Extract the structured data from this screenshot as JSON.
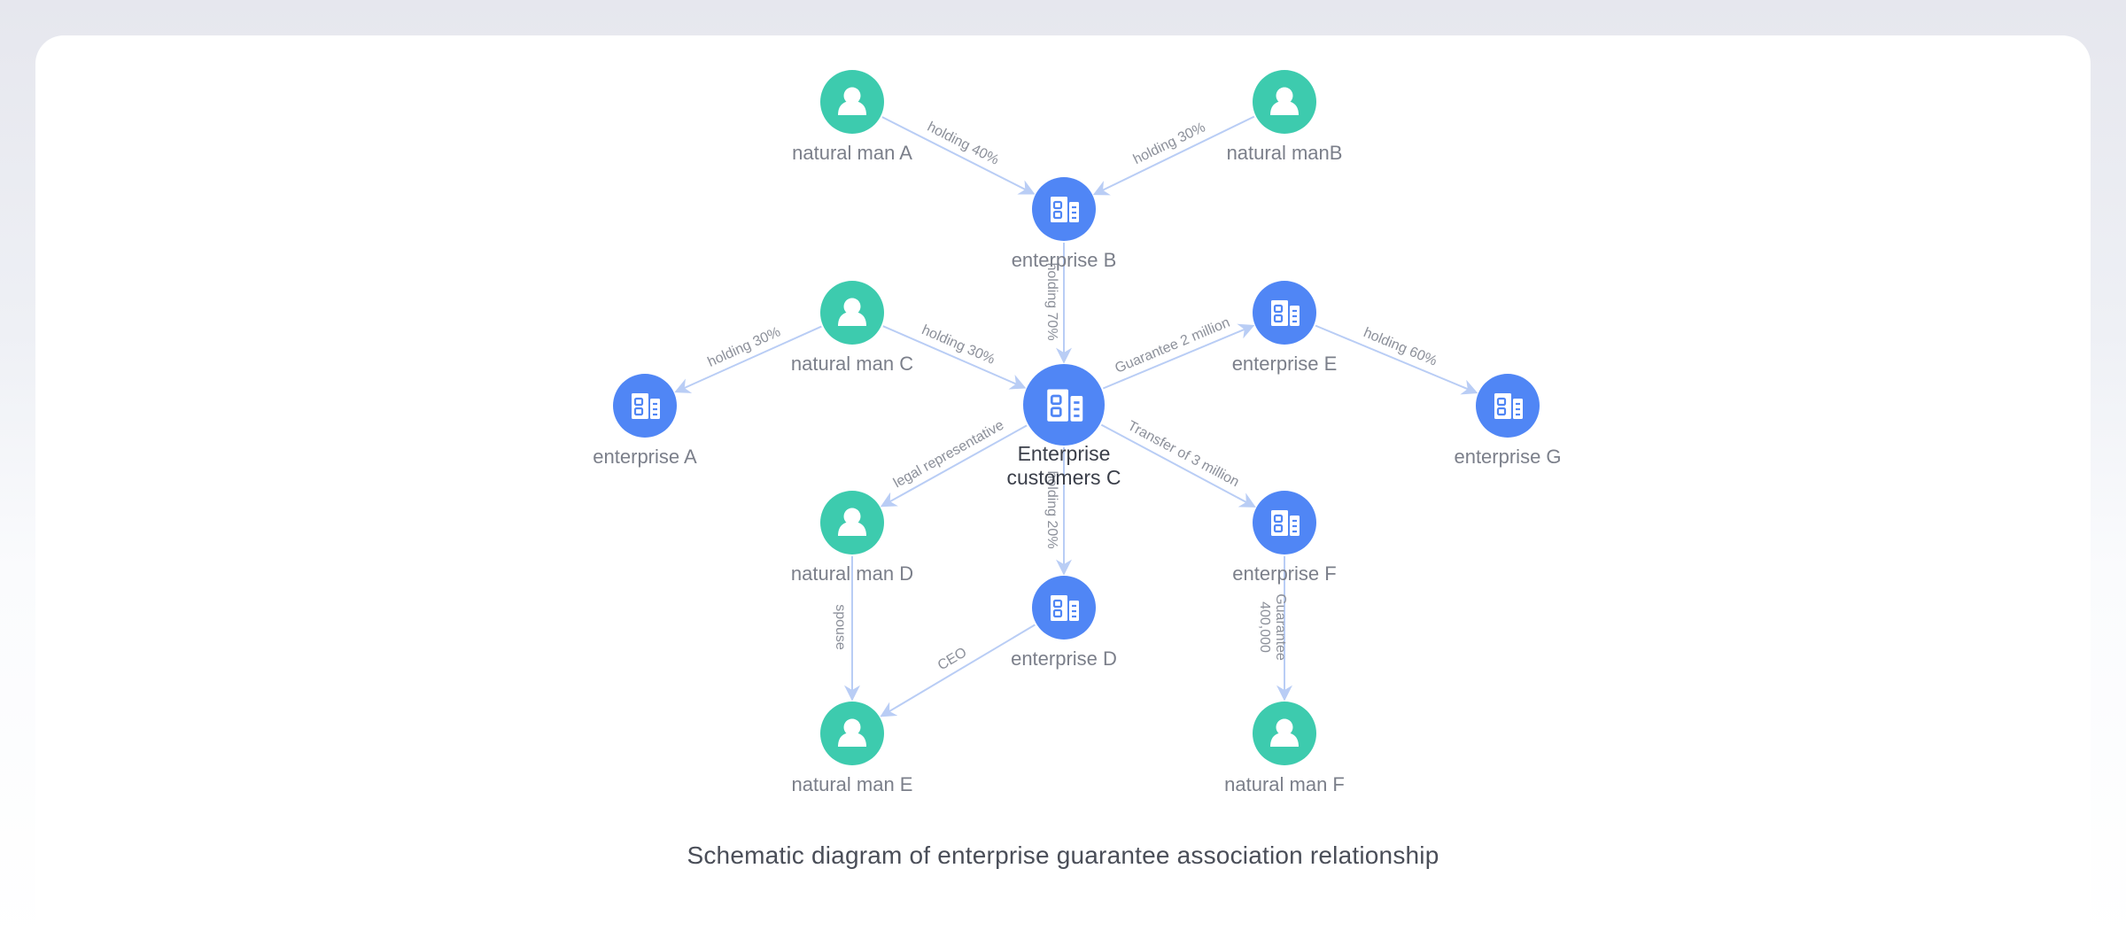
{
  "colors": {
    "person": "#3dcbae",
    "enterprise": "#5086f5",
    "edge": "#b9cdf5"
  },
  "nodes": [
    {
      "id": "nmA",
      "label": "natural man A",
      "kind": "person",
      "icon": "person-icon"
    },
    {
      "id": "nmB",
      "label": "natural manB",
      "kind": "person",
      "icon": "person-icon"
    },
    {
      "id": "entB",
      "label": "enterprise B",
      "kind": "enterprise",
      "icon": "building-icon"
    },
    {
      "id": "nmC",
      "label": "natural man C",
      "kind": "person",
      "icon": "person-icon"
    },
    {
      "id": "entA",
      "label": "enterprise A",
      "kind": "enterprise",
      "icon": "building-icon"
    },
    {
      "id": "entC",
      "label": "Enterprise customers C",
      "label_lines": [
        "Enterprise",
        "customers C"
      ],
      "kind": "enterprise",
      "center": true,
      "icon": "building-icon"
    },
    {
      "id": "entE",
      "label": "enterprise E",
      "kind": "enterprise",
      "icon": "building-icon"
    },
    {
      "id": "entG",
      "label": "enterprise G",
      "kind": "enterprise",
      "icon": "building-icon"
    },
    {
      "id": "nmD",
      "label": "natural man D",
      "kind": "person",
      "icon": "person-icon"
    },
    {
      "id": "entD",
      "label": "enterprise D",
      "kind": "enterprise",
      "icon": "building-icon"
    },
    {
      "id": "entF",
      "label": "enterprise F",
      "kind": "enterprise",
      "icon": "building-icon"
    },
    {
      "id": "nmE",
      "label": "natural man E",
      "kind": "person",
      "icon": "person-icon"
    },
    {
      "id": "nmF",
      "label": "natural man F",
      "kind": "person",
      "icon": "person-icon"
    }
  ],
  "edges": [
    {
      "from": "nmA",
      "to": "entB",
      "label": "holding 40%"
    },
    {
      "from": "nmB",
      "to": "entB",
      "label": "holding 30%"
    },
    {
      "from": "entB",
      "to": "entC",
      "label": "holding 70%"
    },
    {
      "from": "nmC",
      "to": "entA",
      "label": "holding 30%"
    },
    {
      "from": "nmC",
      "to": "entC",
      "label": "holding 30%"
    },
    {
      "from": "entC",
      "to": "entE",
      "label": "Guarantee 2 million"
    },
    {
      "from": "entE",
      "to": "entG",
      "label": "holding 60%"
    },
    {
      "from": "entC",
      "to": "nmD",
      "label": "legal representative"
    },
    {
      "from": "entC",
      "to": "entD",
      "label": "holding 20%"
    },
    {
      "from": "entC",
      "to": "entF",
      "label": "Transfer of 3 million"
    },
    {
      "from": "nmD",
      "to": "nmE",
      "label": "spouse"
    },
    {
      "from": "entD",
      "to": "nmE",
      "label": "CEO"
    },
    {
      "from": "entF",
      "to": "nmF",
      "label": "Guarantee 400,000",
      "label_lines": [
        "Guarantee",
        "400,000"
      ]
    }
  ],
  "caption": "Schematic diagram of enterprise guarantee association relationship"
}
